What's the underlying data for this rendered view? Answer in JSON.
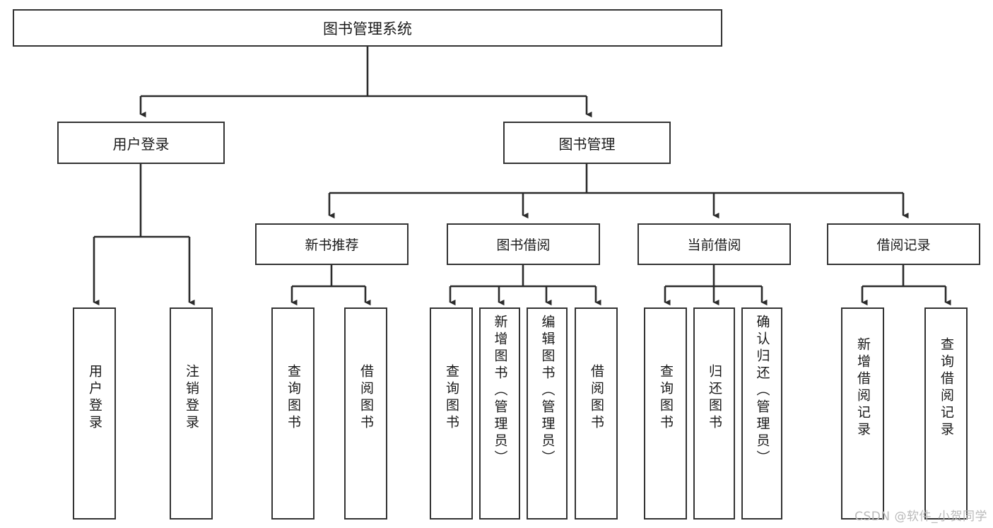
{
  "diagram": {
    "type": "tree",
    "title": "图书管理系统",
    "orientation": "top-down",
    "background_color": "#ffffff",
    "border_color": "#333333",
    "text_color": "#1a1a1a"
  },
  "nodes": {
    "root": {
      "label": "图书管理系统",
      "level": 1
    },
    "level2": [
      {
        "id": "user-login",
        "label": "用户登录"
      },
      {
        "id": "book-management",
        "label": "图书管理"
      }
    ],
    "level3": [
      {
        "id": "new-book-recommend",
        "label": "新书推荐",
        "parent": "book-management"
      },
      {
        "id": "book-borrow",
        "label": "图书借阅",
        "parent": "book-management"
      },
      {
        "id": "current-borrow",
        "label": "当前借阅",
        "parent": "book-management"
      },
      {
        "id": "borrow-record",
        "label": "借阅记录",
        "parent": "book-management"
      }
    ],
    "leaves": [
      {
        "id": "leaf-user-login",
        "label": "用户登录",
        "parent": "user-login",
        "size": "short"
      },
      {
        "id": "leaf-logout",
        "label": "注销登录",
        "parent": "user-login",
        "size": "short"
      },
      {
        "id": "leaf-query-book-1",
        "label": "查询图书",
        "parent": "new-book-recommend",
        "size": "short"
      },
      {
        "id": "leaf-borrow-book-1",
        "label": "借阅图书",
        "parent": "new-book-recommend",
        "size": "short"
      },
      {
        "id": "leaf-query-book-2",
        "label": "查询图书",
        "parent": "book-borrow",
        "size": "short"
      },
      {
        "id": "leaf-add-book",
        "label": "新增图书（管理员）",
        "parent": "book-borrow",
        "size": "long"
      },
      {
        "id": "leaf-edit-book",
        "label": "编辑图书（管理员）",
        "parent": "book-borrow",
        "size": "long"
      },
      {
        "id": "leaf-borrow-book-2",
        "label": "借阅图书",
        "parent": "book-borrow",
        "size": "short"
      },
      {
        "id": "leaf-query-book-3",
        "label": "查询图书",
        "parent": "current-borrow",
        "size": "short"
      },
      {
        "id": "leaf-return-book",
        "label": "归还图书",
        "parent": "current-borrow",
        "size": "short"
      },
      {
        "id": "leaf-confirm-return",
        "label": "确认归还（管理员）",
        "parent": "current-borrow",
        "size": "long"
      },
      {
        "id": "leaf-add-record",
        "label": "新增借阅记录",
        "parent": "borrow-record",
        "size": "mid"
      },
      {
        "id": "leaf-query-record",
        "label": "查询借阅记录",
        "parent": "borrow-record",
        "size": "mid"
      }
    ]
  },
  "watermark": {
    "text": "CSDN @软件_小贺同学"
  }
}
